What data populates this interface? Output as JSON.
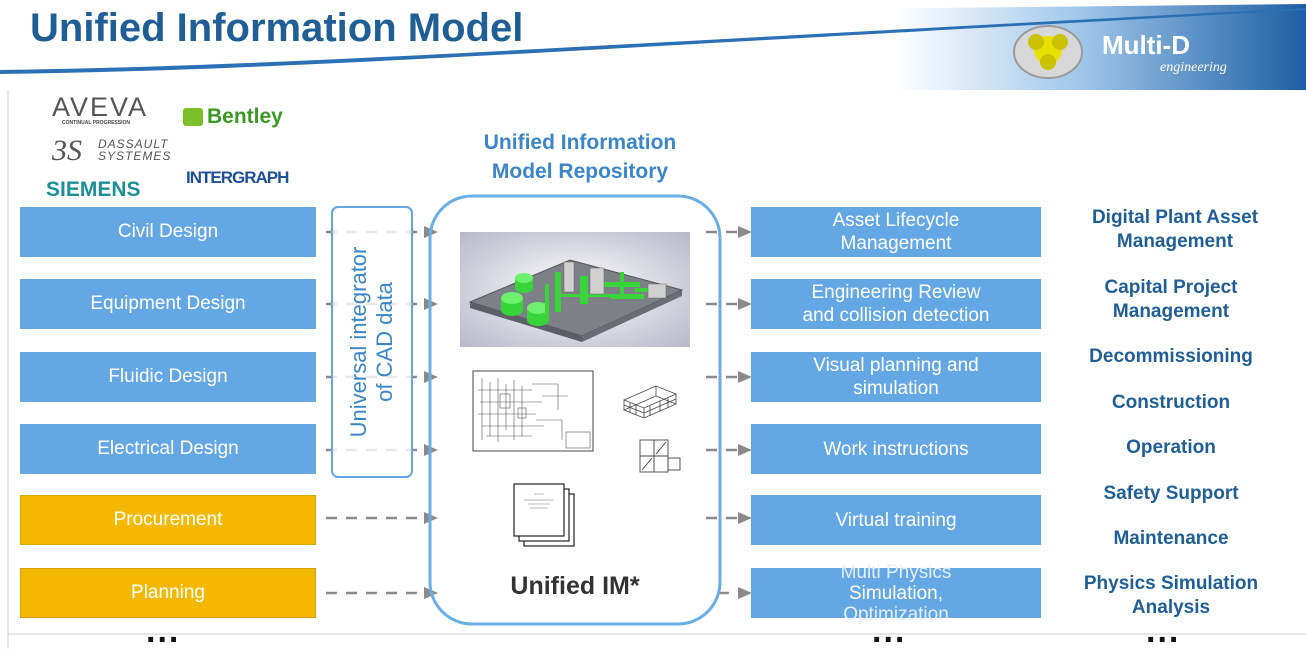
{
  "title": "Unified Information Model",
  "logo": {
    "name": "Multi-D",
    "sub": "engineering"
  },
  "vendors": {
    "aveva": "AVEVA",
    "aveva_sub": "CONTINUAL PROGRESSION",
    "bentley": "Bentley",
    "dassault_1": "DASSAULT",
    "dassault_2": "SYSTEMES",
    "siemens": "SIEMENS",
    "intergraph": "INTERGRAPH"
  },
  "inputs": [
    {
      "label": "Civil Design",
      "color": "#63a7e4"
    },
    {
      "label": "Equipment Design",
      "color": "#63a7e4"
    },
    {
      "label": "Fluidic Design",
      "color": "#63a7e4"
    },
    {
      "label": "Electrical Design",
      "color": "#63a7e4"
    },
    {
      "label": "Procurement",
      "color": "#f4b800"
    },
    {
      "label": "Planning",
      "color": "#f4b800"
    }
  ],
  "integrator": {
    "line1": "Universal integrator",
    "line2": "of CAD data"
  },
  "repository": {
    "title_line1": "Unified Information",
    "title_line2": "Model Repository",
    "label": "Unified IM*"
  },
  "outputs": [
    {
      "line1": "Asset Lifecycle",
      "line2": "Management"
    },
    {
      "line1": "Engineering Review",
      "line2": "and collision detection"
    },
    {
      "line1": "Visual planning and",
      "line2": "simulation"
    },
    {
      "line1": "Work instructions",
      "line2": ""
    },
    {
      "line1": "Virtual training",
      "line2": ""
    },
    {
      "line1": "Multi Physics",
      "line2": "Simulation,",
      "line3": "Optimization"
    }
  ],
  "applications": [
    {
      "line1": "Digital Plant Asset",
      "line2": "Management"
    },
    {
      "line1": "Capital Project",
      "line2": "Management"
    },
    {
      "line1": "Decommissioning",
      "line2": ""
    },
    {
      "line1": "Construction",
      "line2": ""
    },
    {
      "line1": "Operation",
      "line2": ""
    },
    {
      "line1": "Safety Support",
      "line2": ""
    },
    {
      "line1": "Maintenance",
      "line2": ""
    },
    {
      "line1": "Physics Simulation",
      "line2": "Analysis"
    }
  ],
  "ellipsis": "...",
  "colors": {
    "title": "#1f5f96",
    "blue_box": "#63a7e4",
    "orange_box": "#f4b800",
    "app_text": "#1f5f96",
    "repo_border": "#6aaee6"
  }
}
